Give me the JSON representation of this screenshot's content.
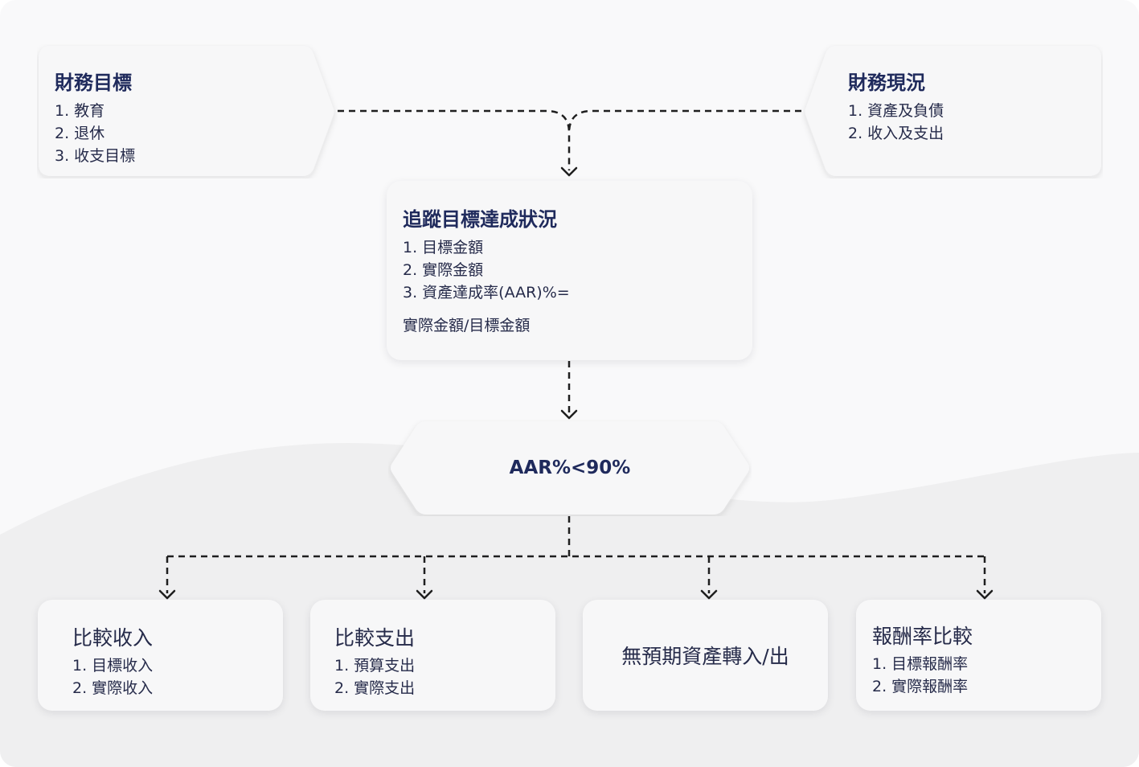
{
  "nodes": {
    "goals": {
      "title": "財務目標",
      "items": [
        "1. 教育",
        "2. 退休",
        "3. 收支目標"
      ]
    },
    "status": {
      "title": "財務現況",
      "items": [
        "1. 資產及負債",
        "2. 收入及支出"
      ]
    },
    "tracking": {
      "title": "追蹤目標達成狀況",
      "items": [
        "1. 目標金額",
        "2. 實際金額",
        "3. 資產達成率(AAR)%="
      ],
      "formula": "實際金額/目標金額"
    },
    "condition": {
      "label": "AAR%<90%"
    },
    "compare_income": {
      "title": "比較收入",
      "items": [
        "1. 目標收入",
        "2. 實際收入"
      ]
    },
    "compare_expense": {
      "title": "比較支出",
      "items": [
        "1. 預算支出",
        "2. 實際支出"
      ]
    },
    "unexpected": {
      "title": "無預期資產轉入/出"
    },
    "return_rate": {
      "title": "報酬率比較",
      "items": [
        "1. 目標報酬率",
        "2. 實際報酬率"
      ]
    }
  },
  "colors": {
    "title": "#1f2a5c",
    "text": "#262b4a",
    "card": "#f7f7f8",
    "background_wave": "#efeff0",
    "connector": "#1f1f1f"
  }
}
